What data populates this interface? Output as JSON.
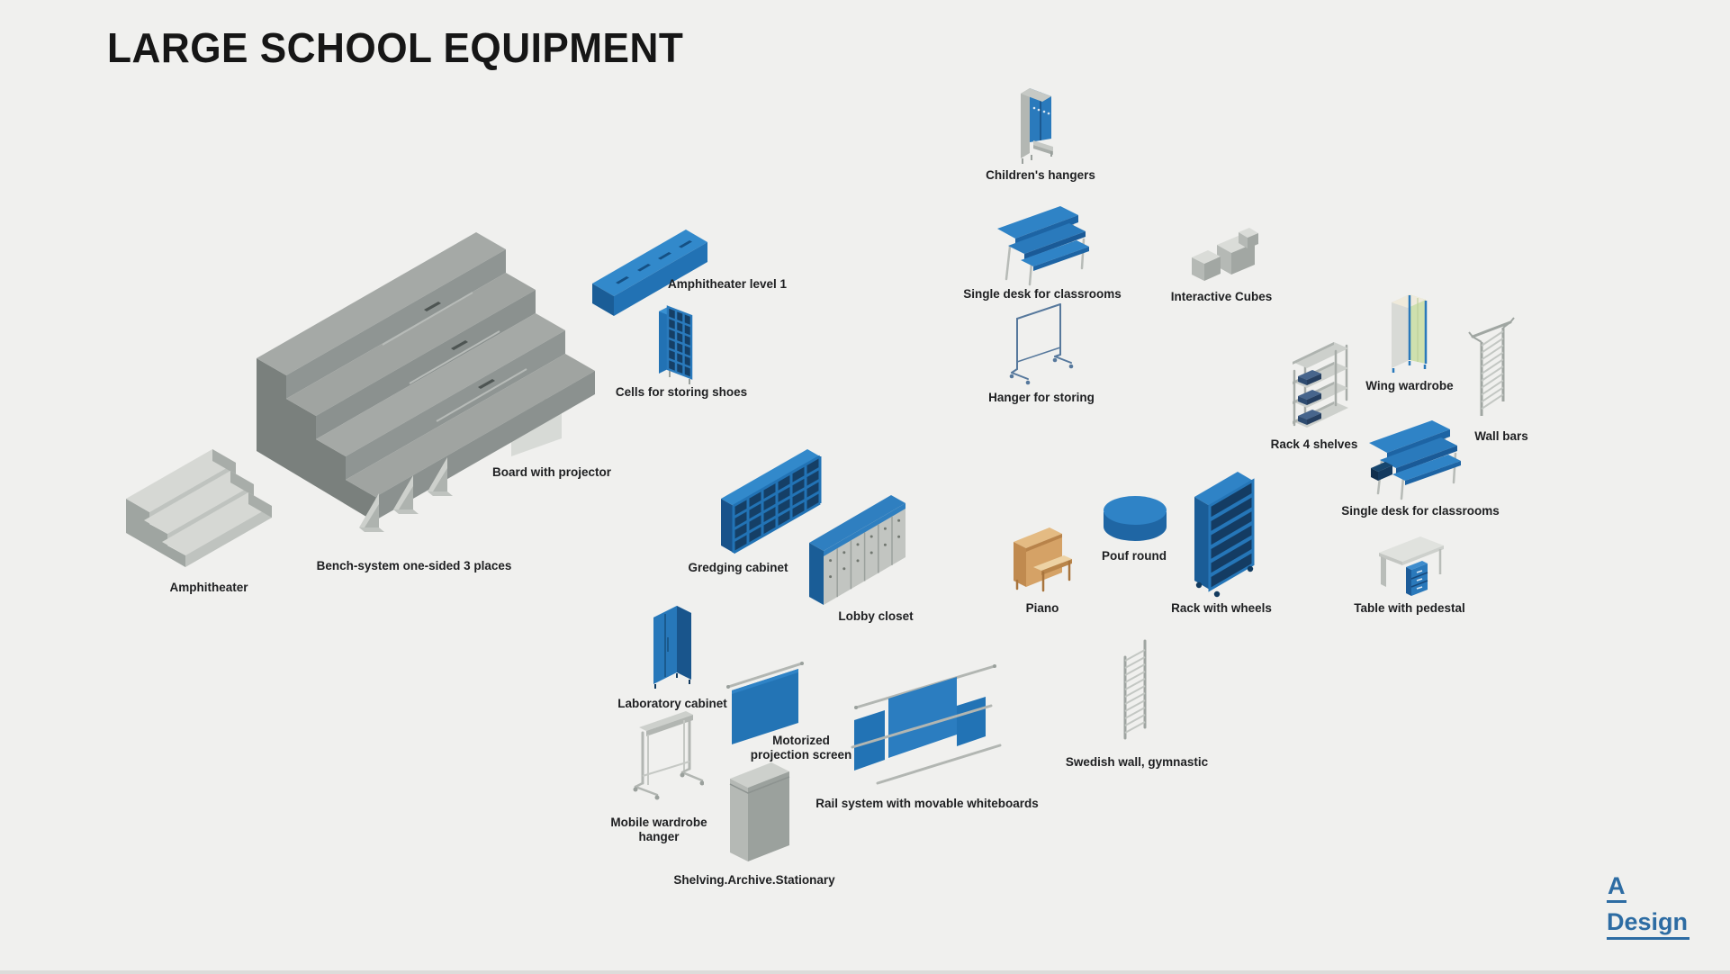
{
  "page": {
    "title": "LARGE SCHOOL EQUIPMENT",
    "background": "#f0f0ee"
  },
  "colors": {
    "accent_blue": "#2374b5",
    "accent_blue_light": "#3289cb",
    "accent_blue_dark": "#1a5d97",
    "gray_light": "#d2d5d1",
    "gray_mid": "#aab0ad",
    "gray_dark": "#8b918f",
    "wood": "#d5a266",
    "label_text": "#1e1f21",
    "logo_blue": "#2d6ca3"
  },
  "items": [
    {
      "id": "amphitheater-level-1",
      "label": "Amphitheater level 1"
    },
    {
      "id": "cells-for-storing-shoes",
      "label": "Cells for storing shoes"
    },
    {
      "id": "board-with-projector",
      "label": "Board with projector"
    },
    {
      "id": "bench-system-one-sided-3-places",
      "label": "Bench-system one-sided 3 places"
    },
    {
      "id": "amphitheater",
      "label": "Amphitheater"
    },
    {
      "id": "childrens-hangers",
      "label": "Children's hangers"
    },
    {
      "id": "single-desk-for-classrooms-1",
      "label": "Single desk for classrooms"
    },
    {
      "id": "interactive-cubes",
      "label": "Interactive Cubes"
    },
    {
      "id": "hanger-for-storing",
      "label": "Hanger for storing"
    },
    {
      "id": "wing-wardrobe",
      "label": "Wing wardrobe"
    },
    {
      "id": "wall-bars",
      "label": "Wall bars"
    },
    {
      "id": "rack-4-shelves",
      "label": "Rack 4 shelves"
    },
    {
      "id": "single-desk-for-classrooms-2",
      "label": "Single desk for classrooms"
    },
    {
      "id": "gredging-cabinet",
      "label": "Gredging cabinet"
    },
    {
      "id": "lobby-closet",
      "label": "Lobby closet"
    },
    {
      "id": "piano",
      "label": "Piano"
    },
    {
      "id": "pouf-round",
      "label": "Pouf round"
    },
    {
      "id": "rack-with-wheels",
      "label": "Rack with wheels"
    },
    {
      "id": "table-with-pedestal",
      "label": "Table with pedestal"
    },
    {
      "id": "laboratory-cabinet",
      "label": "Laboratory cabinet"
    },
    {
      "id": "motorized-projection-screen",
      "label": "Motorized\nprojection screen"
    },
    {
      "id": "mobile-wardrobe-hanger",
      "label": "Mobile wardrobe\nhanger"
    },
    {
      "id": "shelving-archive-stationary",
      "label": "Shelving.Archive.Stationary"
    },
    {
      "id": "rail-system-with-movable-whiteboards",
      "label": "Rail system with movable whiteboards"
    },
    {
      "id": "swedish-wall-gymnastic",
      "label": "Swedish wall, gymnastic"
    }
  ],
  "logo": {
    "line1": "A",
    "line2": "Design"
  }
}
